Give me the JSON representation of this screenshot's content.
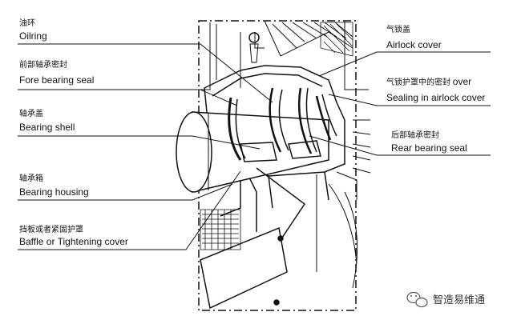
{
  "labels_left": [
    {
      "zh": "油环",
      "en": "Oilring"
    },
    {
      "zh": "前部轴承密封",
      "en": "Fore bearing seal"
    },
    {
      "zh": "轴承盖",
      "en": "Bearing shell"
    },
    {
      "zh": "轴承箱",
      "en": "Bearing housing"
    },
    {
      "zh": "挡板或者紧固护罩",
      "en": "Baffle or Tightening cover"
    }
  ],
  "labels_right": [
    {
      "zh": "气锁盖",
      "en": "Airlock cover"
    },
    {
      "zh": "气锁护罩中的密封",
      "en": "Sealing in airlock cover",
      "zh_suffix": "over"
    },
    {
      "zh": "后部轴承密封",
      "en": "Rear bearing seal"
    }
  ],
  "watermark": "智造易维通",
  "watermark_icon": "wechat-icon",
  "colors": {
    "line": "#111111",
    "background": "#ffffff"
  }
}
